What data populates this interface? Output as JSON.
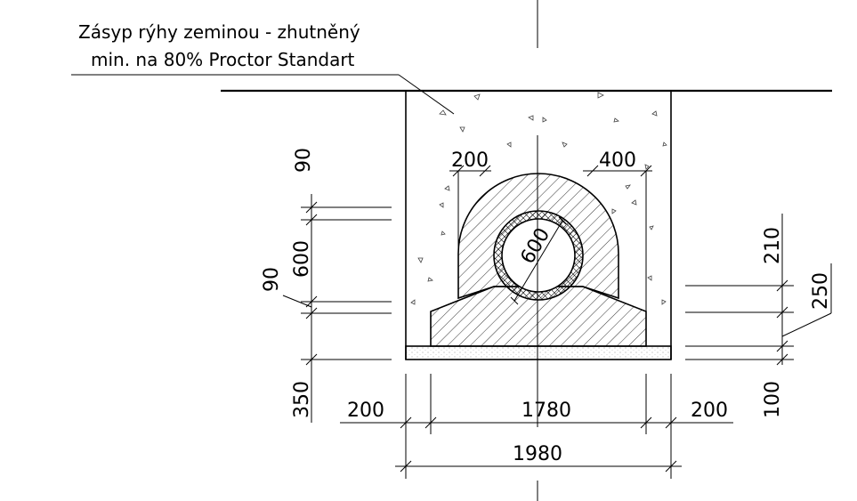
{
  "note": {
    "line1": "Zásyp rýhy zeminou - zhutněný",
    "line2": "min. na 80% Proctor Standart"
  },
  "dimensions": {
    "top_left_90": "90",
    "left_600": "600",
    "left_90": "90",
    "left_350": "350",
    "shoulder_200": "200",
    "shoulder_400": "400",
    "pipe_600": "600",
    "right_210": "210",
    "right_250": "250",
    "right_100": "100",
    "bottom_left_200": "200",
    "bottom_1780": "1780",
    "bottom_right_200": "200",
    "bottom_1980": "1980"
  }
}
